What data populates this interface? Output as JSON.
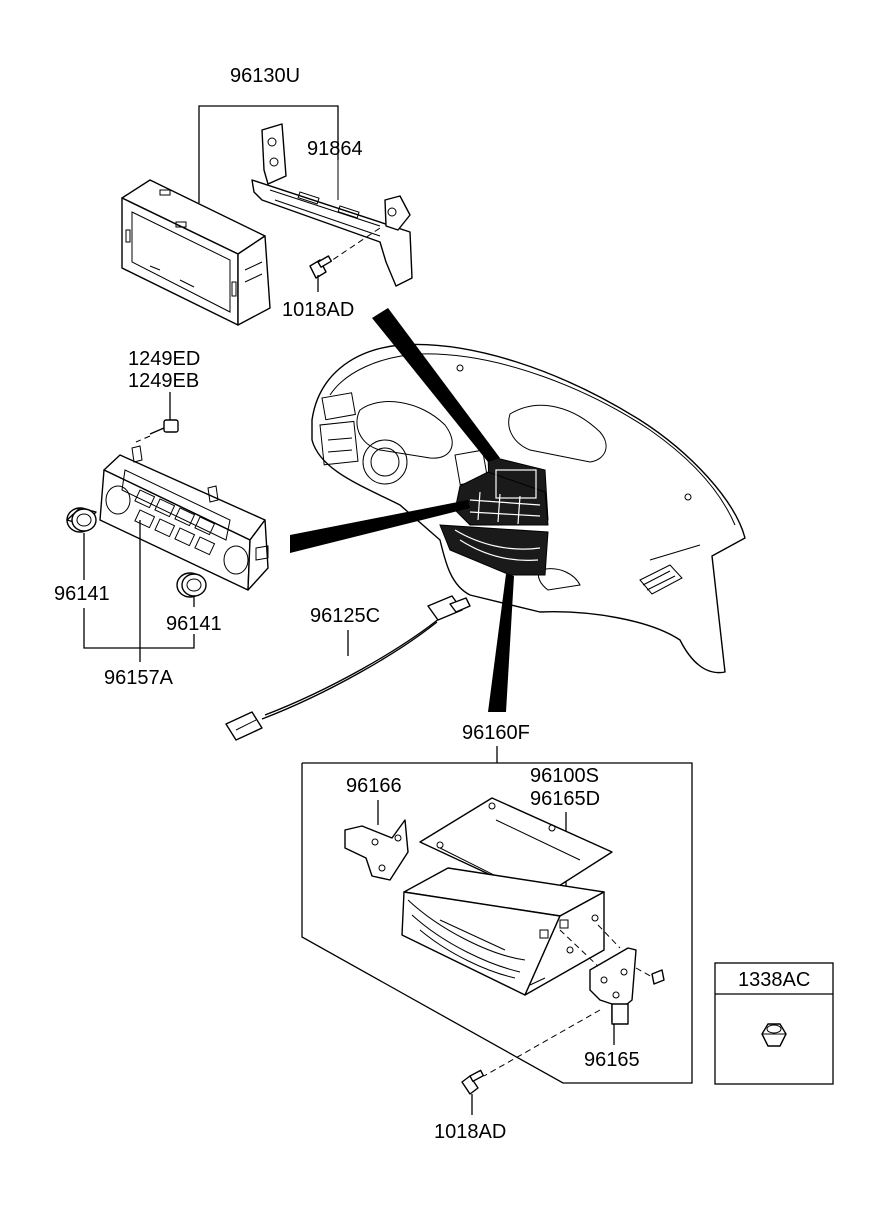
{
  "labels": {
    "display_assembly": "96130U",
    "bracket": "91864",
    "screw_top": "1018AD",
    "screw_ctrl_a": "1249ED",
    "screw_ctrl_b": "1249EB",
    "knob_left": "96141",
    "knob_right": "96141",
    "control_assembly": "96157A",
    "cable": "96125C",
    "audio_assembly": "96160F",
    "bracket_left": "96166",
    "audio_unit_a": "96100S",
    "audio_unit_b": "96165D",
    "bracket_right": "96165",
    "screw_bottom": "1018AD",
    "nut": "1338AC"
  }
}
